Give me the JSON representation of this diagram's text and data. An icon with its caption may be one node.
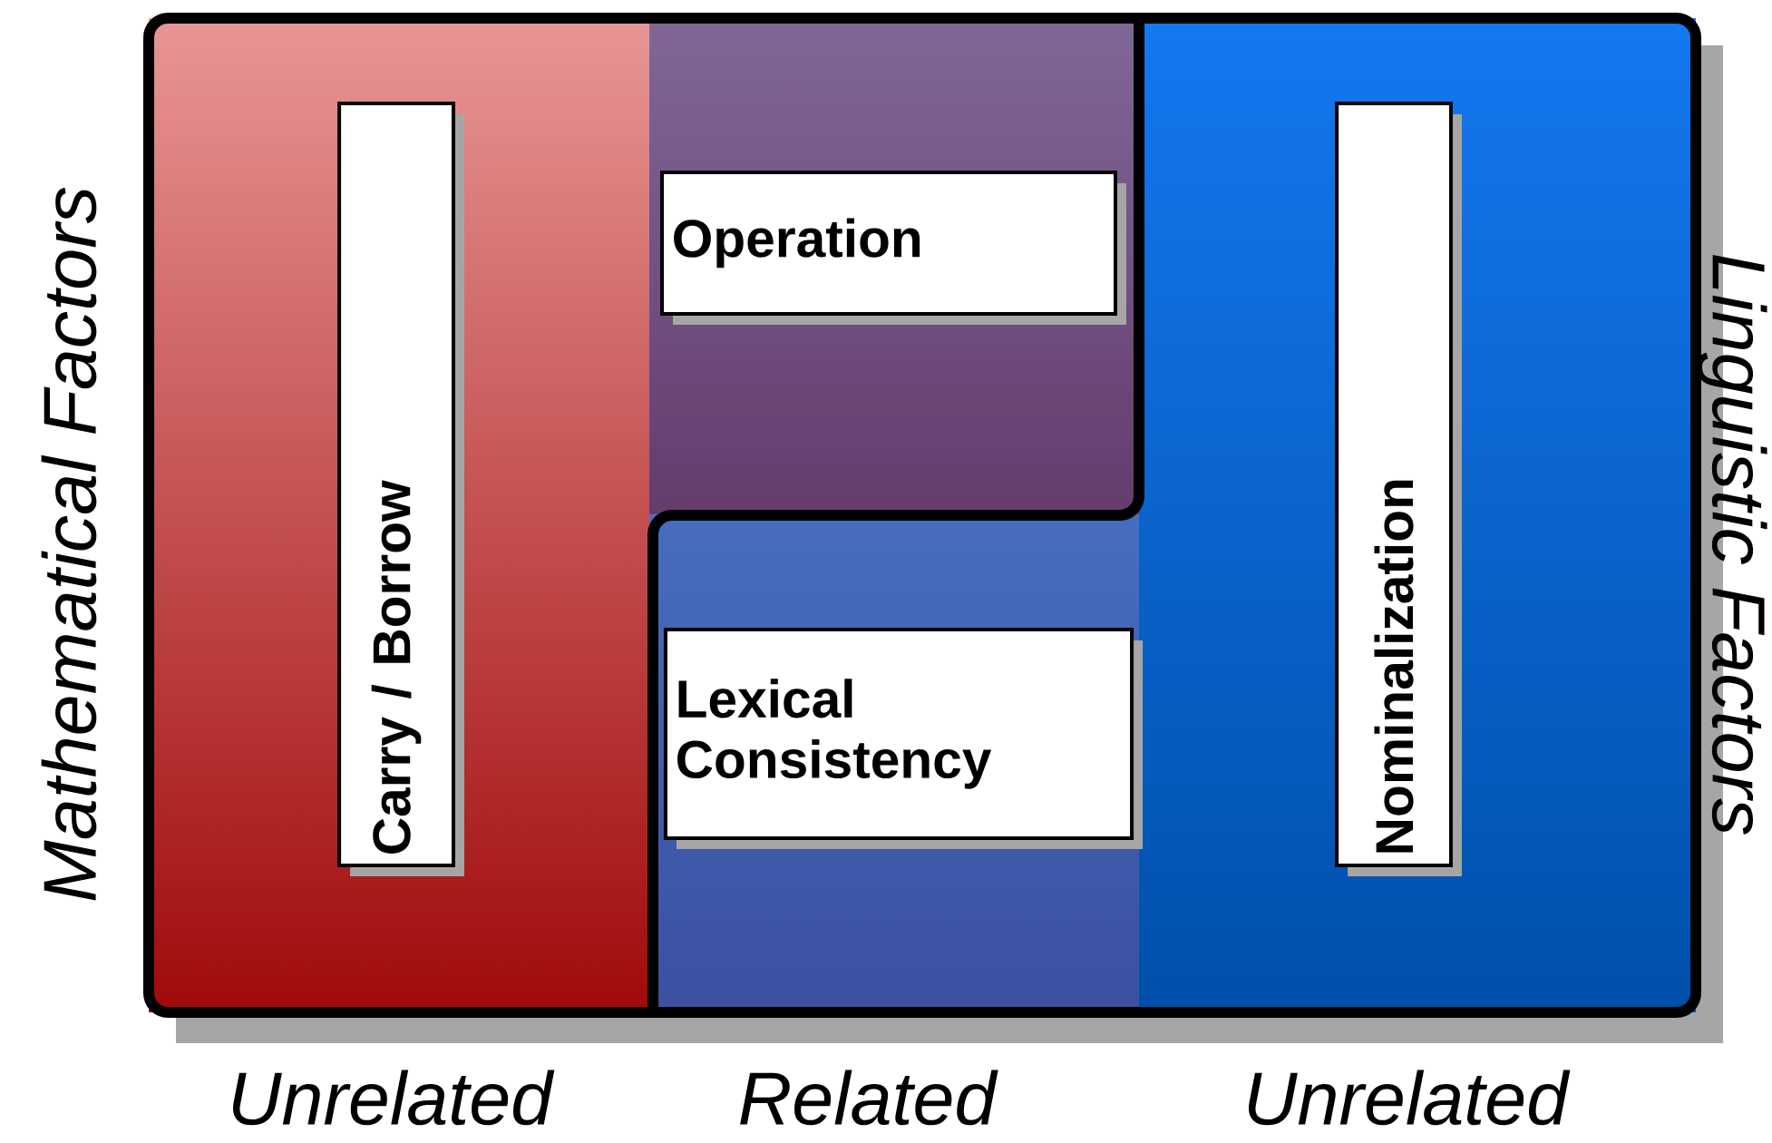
{
  "diagram": {
    "nodes": [
      {
        "text": [
          "Carry / Borrow"
        ]
      },
      {
        "text": [
          "Operation"
        ]
      },
      {
        "text": [
          "Lexical Consistency"
        ]
      },
      {
        "text": [
          "Nominalization"
        ]
      }
    ],
    "labels": [
      "Mathematical Factors",
      "Linguistic Factors",
      "Unrelated",
      "Related",
      "Unrelated"
    ]
  }
}
